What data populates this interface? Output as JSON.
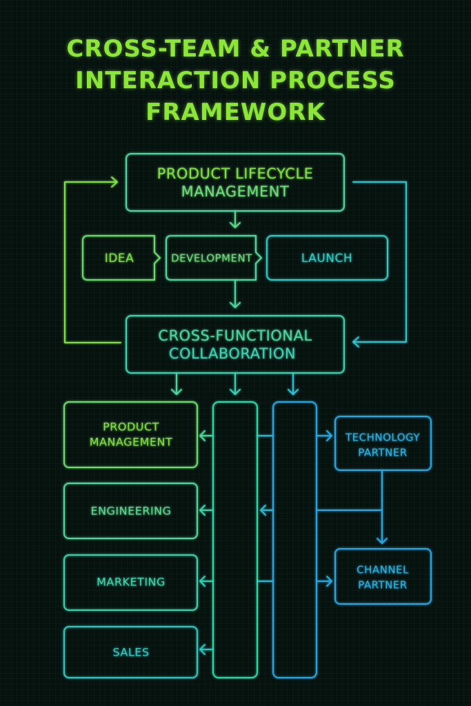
{
  "title": {
    "line1": "CROSS-TEAM & PARTNER",
    "line2": "INTERACTION PROCESS",
    "line3": "FRAMEWORK"
  },
  "colors": {
    "background": "#07120f",
    "green": "#7fe04a",
    "teal": "#36d6a8",
    "cyan": "#2fc3cf",
    "blue": "#2aa6e0"
  },
  "nodes": {
    "plm": {
      "line1": "PRODUCT LIFECYCLE",
      "line2": "MANAGEMENT"
    },
    "idea": "IDEA",
    "development": "DEVELOPMENT",
    "launch": "LAUNCH",
    "cfc": {
      "line1": "CROSS-FUNCTIONAL",
      "line2": "COLLABORATION"
    },
    "product_management": {
      "line1": "PRODUCT",
      "line2": "MANAGEMENT"
    },
    "engineering": "ENGINEERING",
    "marketing": "MARKETING",
    "sales": "SALES",
    "technology_partner": {
      "line1": "TECHNOLOGY",
      "line2": "PARTNER"
    },
    "channel_partner": {
      "line1": "CHANNEL",
      "line2": "PARTNER"
    }
  }
}
